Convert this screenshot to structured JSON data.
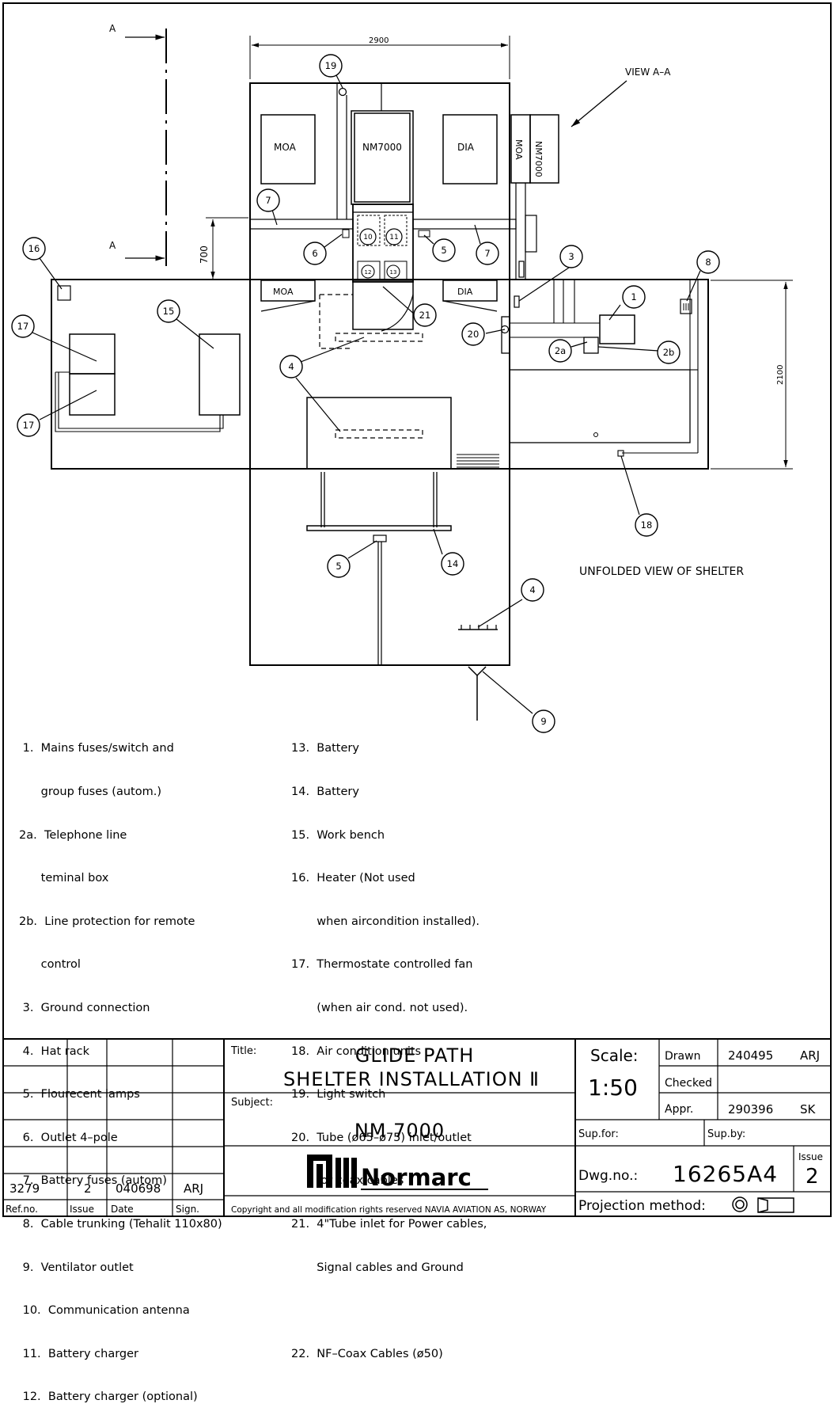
{
  "view_labels": {
    "section_mark": "A",
    "view_aa": "VIEW A–A",
    "unfolded": "UNFOLDED VIEW OF SHELTER"
  },
  "dimensions": {
    "width": "2900",
    "height_left": "700",
    "height_right": "2100"
  },
  "equipment": {
    "moa": "MOA",
    "nm7000": "NM7000",
    "dia": "DIA"
  },
  "callouts": [
    "1",
    "2a",
    "2b",
    "3",
    "4",
    "5",
    "6",
    "7",
    "8",
    "9",
    "10",
    "11",
    "12",
    "13",
    "14",
    "15",
    "16",
    "17",
    "18",
    "19",
    "20",
    "21",
    "22"
  ],
  "legend_left": [
    " 1.  Mains fuses/switch and",
    "      group fuses (autom.)",
    "2a.  Telephone line",
    "      teminal box",
    "2b.  Line protection for remote",
    "      control",
    " 3.  Ground connection",
    " 4.  Hat rack",
    " 5.  Flourecent lamps",
    " 6.  Outlet 4–pole",
    " 7.  Battery fuses (autom)",
    " 8.  Cable trunking (Tehalit 110x80)",
    " 9.  Ventilator outlet",
    " 10.  Communication antenna",
    " 11.  Battery charger",
    " 12.  Battery charger (optional)"
  ],
  "legend_right": [
    "13.  Battery",
    "14.  Battery",
    "15.  Work bench",
    "16.  Heater (Not used",
    "       when aircondition installed).",
    "17.  Thermostate controlled fan",
    "       (when air cond. not used).",
    "18.  Air condition units",
    "19.  Light switch",
    "20.  Tube (ø65–ø75) inlet/outlet",
    "       for coax cables",
    "21.  4\"Tube inlet for Power cables,",
    "       Signal cables and Ground",
    "",
    "22.  NF–Coax Cables (ø50)"
  ],
  "title_block": {
    "revision": {
      "ref_no": "3279",
      "issue": "2",
      "date": "040698",
      "sign": "ARJ"
    },
    "revision_headers": {
      "ref_no": "Ref.no.",
      "issue": "Issue",
      "date": "Date",
      "sign": "Sign."
    },
    "title_label": "Title:",
    "title_line1": "GLIDE PATH",
    "title_line2": "SHELTER INSTALLATION Ⅱ",
    "subject_label": "Subject:",
    "subject": "NM 7000",
    "logo_text": "Normarc",
    "copyright": "Copyright and all modification rights reserved NAVIA AVIATION AS, NORWAY",
    "scale_label": "Scale:",
    "scale": "1:50",
    "drawn_label": "Drawn",
    "drawn_date": "240495",
    "drawn_sign": "ARJ",
    "checked_label": "Checked",
    "appr_label": "Appr.",
    "appr_date": "290396",
    "appr_sign": "SK",
    "sup_for_label": "Sup.for:",
    "sup_by_label": "Sup.by:",
    "dwg_label": "Dwg.no.:",
    "dwg_no": "16265A4",
    "issue_label": "Issue",
    "issue": "2",
    "projection_label": "Projection method:"
  }
}
